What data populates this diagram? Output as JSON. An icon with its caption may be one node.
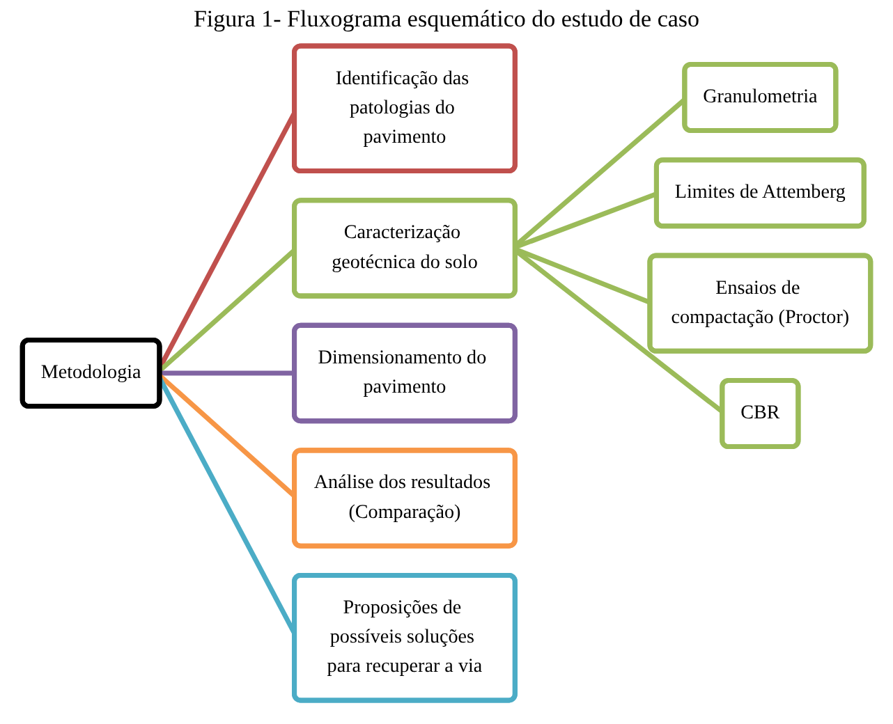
{
  "diagram": {
    "title": "Figura 1- Fluxograma esquemático do estudo de caso",
    "nodes": [
      {
        "text": [
          "Metodologia"
        ]
      },
      {
        "text": [
          "Identificação das patologias do pavimento"
        ]
      },
      {
        "text": [
          "Caracterização geotécnica do solo"
        ]
      },
      {
        "text": [
          "Granulometria"
        ]
      },
      {
        "text": [
          "Limites de Attemberg"
        ]
      },
      {
        "text": [
          "Ensaios de compactação (Proctor)"
        ]
      },
      {
        "text": [
          "CBR"
        ]
      },
      {
        "text": [
          "Dimensionamento do pavimento"
        ]
      },
      {
        "text": [
          "Análise dos resultados (Comparação)"
        ]
      },
      {
        "text": [
          "Proposições de possíveis soluções para recuperar a via"
        ]
      }
    ],
    "edges": [
      {
        "from": 0,
        "to": 1,
        "arrow": "none",
        "color": "#c0504d"
      },
      {
        "from": 0,
        "to": 2,
        "arrow": "none"
      },
      {
        "from": 2,
        "to": 3,
        "arrow": "none"
      },
      {
        "from": 2,
        "to": 4,
        "arrow": "none"
      },
      {
        "from": 2,
        "to": 5,
        "arrow": "none"
      },
      {
        "from": 2,
        "to": 6,
        "arrow": "none"
      },
      {
        "from": 0,
        "to": 7,
        "arrow": "none",
        "color": "#8064a2"
      },
      {
        "from": 0,
        "to": 8,
        "arrow": "none",
        "color": "#f79646"
      },
      {
        "from": 0,
        "to": 9,
        "arrow": "none",
        "color": "#4bacc6"
      }
    ]
  }
}
